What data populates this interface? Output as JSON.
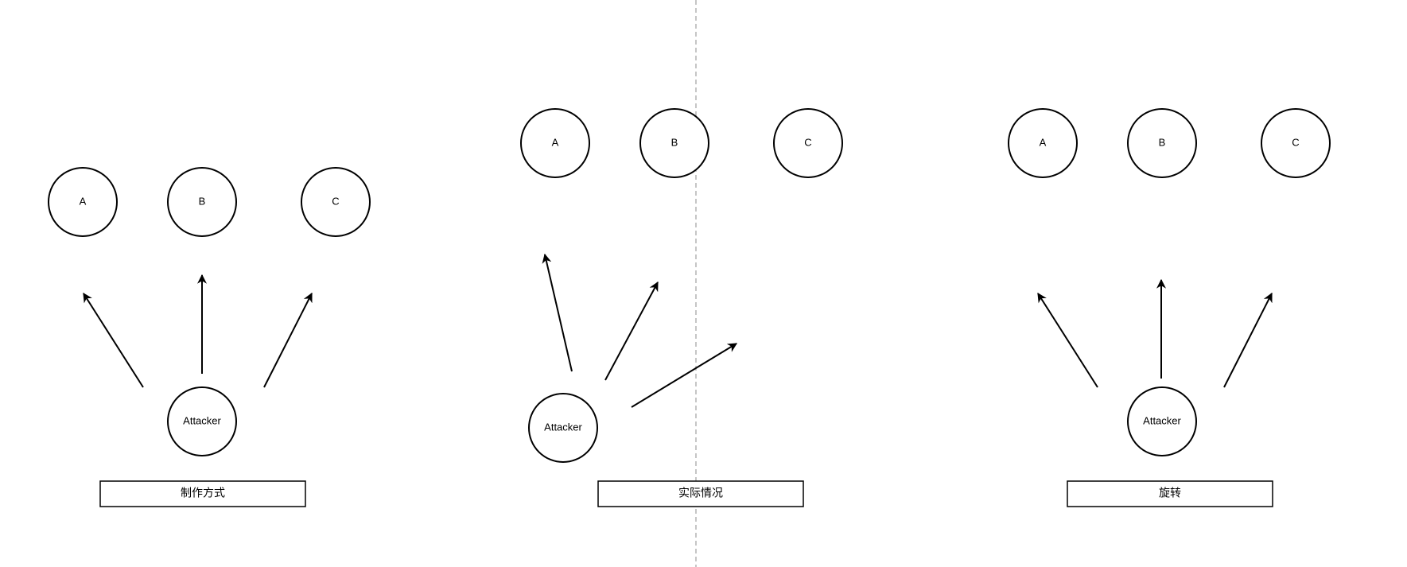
{
  "panels": [
    {
      "caption": "制作方式",
      "targets": [
        "A",
        "B",
        "C"
      ],
      "attacker": "Attacker"
    },
    {
      "caption": "实际情况",
      "targets": [
        "A",
        "B",
        "C"
      ],
      "attacker": "Attacker"
    },
    {
      "caption": "旋转",
      "targets": [
        "A",
        "B",
        "C"
      ],
      "attacker": "Attacker"
    }
  ],
  "colors": {
    "stroke": "#000000",
    "background": "#ffffff",
    "divider": "#b3b3b3"
  }
}
